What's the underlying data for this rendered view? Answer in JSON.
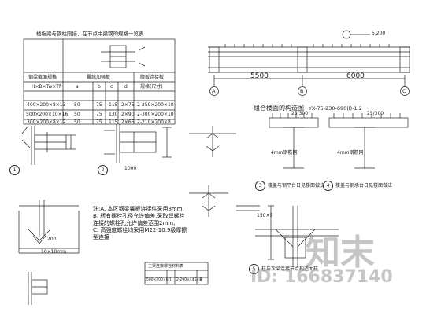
{
  "table": {
    "title": "楼板梁与钢柱刚接，在节点中梁钢的规格一览表",
    "headers": [
      "钢梁截面规格",
      "翼缘加强板",
      "腹板连接板"
    ],
    "subheaders": [
      "H×B×Tw×Tf",
      "a",
      "b",
      "c",
      "d",
      "规格(尺寸)"
    ],
    "rows": [
      [
        "400×200×8×13",
        "50",
        "75",
        "115",
        "2×75",
        "2-250×200×10"
      ],
      [
        "500×200×10×16",
        "50",
        "75",
        "130",
        "2×90",
        "2-300×200×10"
      ],
      [
        "300×200×8×12",
        "50",
        "75",
        "115",
        "2×65",
        "2-210×200×8"
      ]
    ]
  },
  "beam": {
    "span_left": "5500",
    "span_right": "6000",
    "axes": [
      "A",
      "B",
      "C"
    ],
    "note": "5.200",
    "caption": "组合楼面的构造图",
    "caption_code": "YX-75-230-690(I)-1.2"
  },
  "details": {
    "d1": "1",
    "d2": "2",
    "d3": "3",
    "d4": "4",
    "d5": "5",
    "cap3": "楼盖与钢平台日见楼面做法",
    "cap4": "楼盖与钢承台日见楼面做法",
    "cap5": "柱与次梁连接节点构造大样",
    "dim_25_300_a": "25/300",
    "dim_25_300_b": "25/300",
    "dim_4mm_a": "4mm钢筋网",
    "dim_4mm_b": "4mm钢筋网",
    "dim_1000": "1000",
    "dim_150": "150×5",
    "dim_200": "200",
    "dim_10": "10×10mm"
  },
  "notes": {
    "lines": [
      "注:A. 本区钢梁翼板连接件采用8mm,",
      "   B. 所有螺栓孔径允许偏差,采取焊螺栓",
      "       连接的螺栓孔允许偏差范围2mm,",
      "   C. 高强度螺栓均采用M22-10.9级摩擦",
      "       型连接"
    ]
  },
  "small_table": {
    "title": "主梁连接螺栓材料表",
    "row": [
      "500×200×6",
      "1",
      "2-290×445×8",
      "8"
    ]
  },
  "watermark": {
    "brand": "知末",
    "id": "ID: 166837140"
  }
}
